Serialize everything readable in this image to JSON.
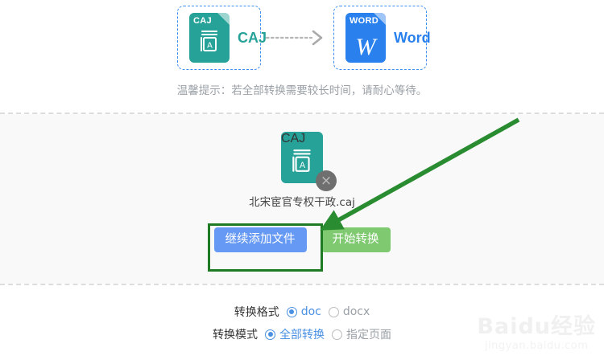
{
  "format_section": {
    "source": {
      "icon_name": "caj-file-icon",
      "ext_label": "CAJ",
      "glyph": "A",
      "label": "CAJ",
      "color": "#27a299"
    },
    "arrow": {
      "icon_name": "dotted-arrow-right-icon"
    },
    "target": {
      "icon_name": "word-file-icon",
      "ext_label": "WORD",
      "glyph": "W",
      "label": "Word",
      "color": "#2a80ec"
    },
    "tip": "温馨提示：若全部转换需要较长时间，请耐心等待。"
  },
  "file_area": {
    "file": {
      "icon_name": "caj-file-icon",
      "ext_label": "CAJ",
      "glyph": "A",
      "name": "北宋宦官专权干政.caj",
      "remove_icon": "×"
    },
    "buttons": {
      "add_more": "继续添加文件",
      "start_convert": "开始转换"
    },
    "highlight_color": "#1f7a24",
    "annotation_arrow_color": "#2a8c30"
  },
  "options": {
    "rows": [
      {
        "title": "转换格式",
        "choices": [
          {
            "label": "doc",
            "selected": true
          },
          {
            "label": "docx",
            "selected": false
          }
        ]
      },
      {
        "title": "转换模式",
        "choices": [
          {
            "label": "全部转换",
            "selected": true
          },
          {
            "label": "指定页面",
            "selected": false
          }
        ]
      }
    ]
  },
  "watermark": {
    "main": "Baidu经验",
    "sub": "jingyan.baidu.com"
  }
}
